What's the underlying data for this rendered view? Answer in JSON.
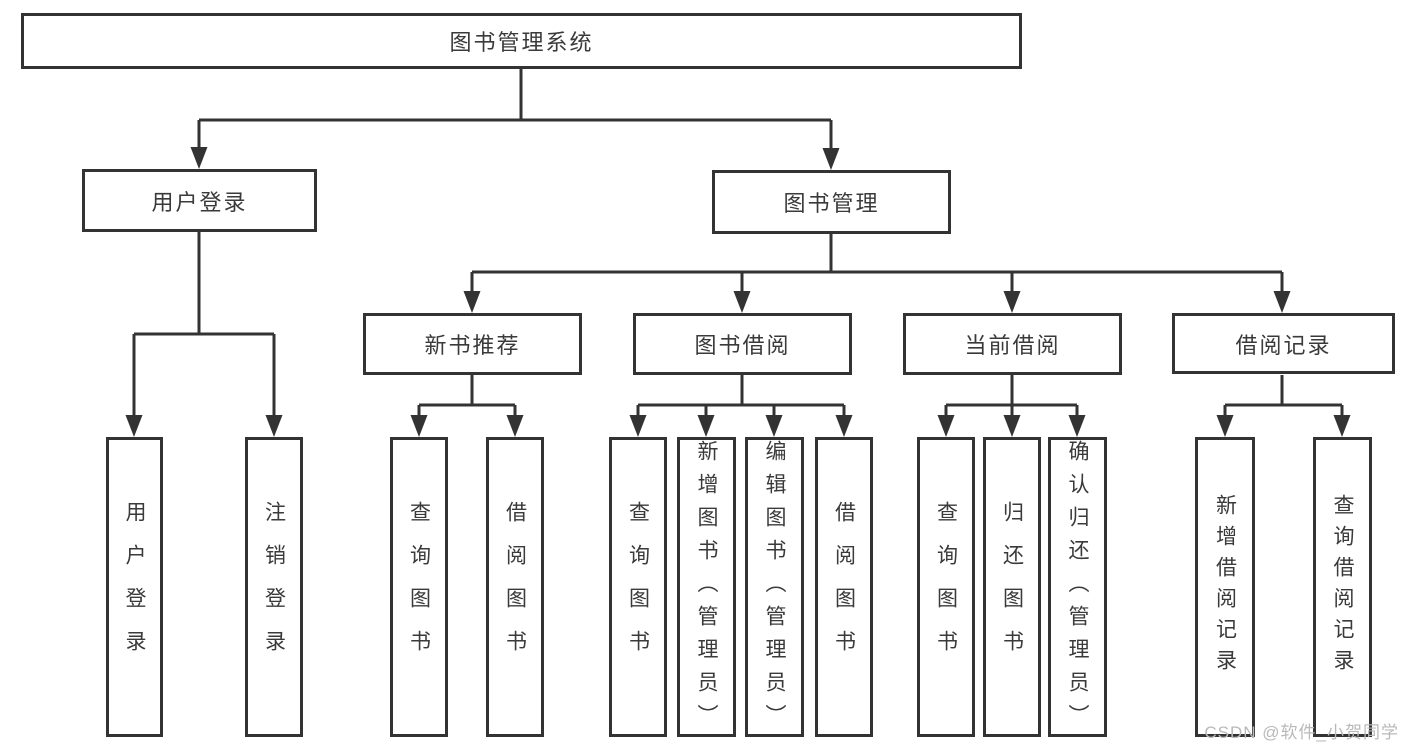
{
  "diagram_title": "图书管理系统",
  "watermark": "CSDN @软件_小贺同学",
  "colors": {
    "line": "#333333",
    "box_border": "#333333",
    "text": "#3a3a3a",
    "background": "#ffffff",
    "watermark": "#b9b9b9"
  },
  "nodes": {
    "root": "图书管理系统",
    "user_login_group": "用户登录",
    "book_management": "图书管理",
    "new_book_recommend": "新书推荐",
    "book_borrowing": "图书借阅",
    "current_borrowing": "当前借阅",
    "borrow_records": "借阅记录",
    "user_login": "用户登录",
    "logout": "注销登录",
    "recommend_query_book": "查询图书",
    "recommend_borrow_book": "借阅图书",
    "borrowing_query_book": "查询图书",
    "borrowing_add_book": "新增图书（管理员）",
    "borrowing_edit_book": "编辑图书（管理员）",
    "borrowing_borrow_book": "借阅图书",
    "current_query_book": "查询图书",
    "current_return_book": "归还图书",
    "current_confirm_return": "确认归还（管理员）",
    "records_add_record": "新增借阅记录",
    "records_query_record": "查询借阅记录"
  },
  "hierarchy": {
    "root": [
      "user_login_group",
      "book_management"
    ],
    "user_login_group": [
      "user_login",
      "logout"
    ],
    "book_management": [
      "new_book_recommend",
      "book_borrowing",
      "current_borrowing",
      "borrow_records"
    ],
    "new_book_recommend": [
      "recommend_query_book",
      "recommend_borrow_book"
    ],
    "book_borrowing": [
      "borrowing_query_book",
      "borrowing_add_book",
      "borrowing_edit_book",
      "borrowing_borrow_book"
    ],
    "current_borrowing": [
      "current_query_book",
      "current_return_book",
      "current_confirm_return"
    ],
    "borrow_records": [
      "records_add_record",
      "records_query_record"
    ]
  }
}
